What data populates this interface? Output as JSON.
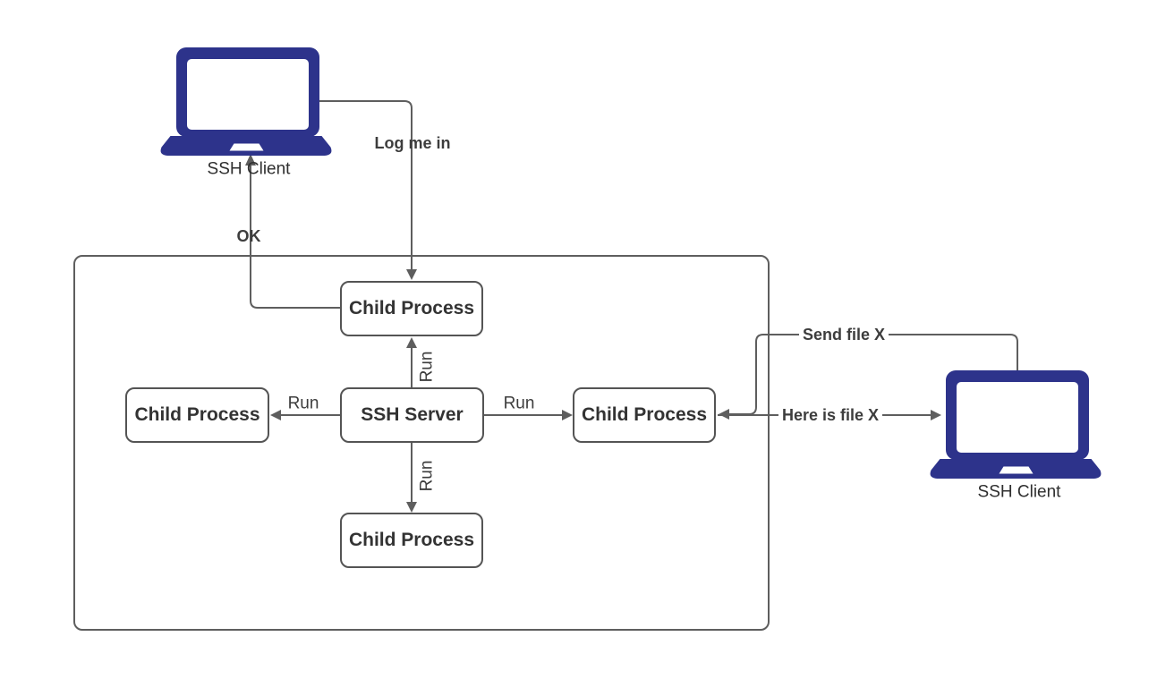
{
  "colors": {
    "background": "#ffffff",
    "line": "#5e5e5e",
    "box_border": "#545454",
    "box_fill": "#ffffff",
    "box_text": "#333333",
    "label_text": "#3d3d3d",
    "laptop": "#2d338b"
  },
  "nodes": {
    "client_left": {
      "label": "SSH Client"
    },
    "client_right": {
      "label": "SSH Client"
    },
    "child_top": {
      "label": "Child Process"
    },
    "child_left": {
      "label": "Child Process"
    },
    "ssh_server": {
      "label": "SSH Server"
    },
    "child_right": {
      "label": "Child Process"
    },
    "child_bottom": {
      "label": "Child Process"
    }
  },
  "edges": {
    "log_me_in": {
      "label": "Log me in",
      "from": "client_left",
      "to": "child_top"
    },
    "ok": {
      "label": "OK",
      "from": "child_top",
      "to": "client_left"
    },
    "run_up": {
      "label": "Run",
      "from": "ssh_server",
      "to": "child_top"
    },
    "run_left": {
      "label": "Run",
      "from": "ssh_server",
      "to": "child_left"
    },
    "run_right": {
      "label": "Run",
      "from": "ssh_server",
      "to": "child_right"
    },
    "run_down": {
      "label": "Run",
      "from": "ssh_server",
      "to": "child_bottom"
    },
    "send_file": {
      "label": "Send file X",
      "from": "client_right",
      "to": "child_right"
    },
    "here_is_file": {
      "label": "Here is file X",
      "from": "child_right",
      "to": "client_right"
    }
  }
}
